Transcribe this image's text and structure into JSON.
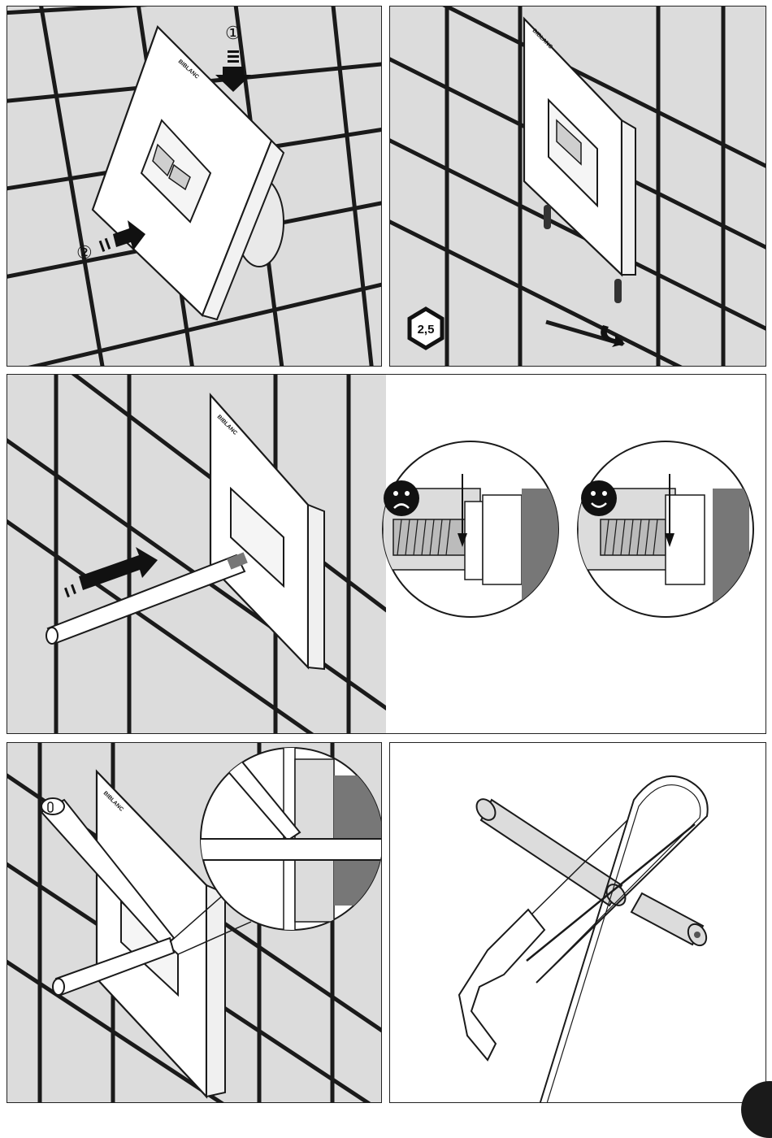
{
  "step1": {
    "marker_1": "①",
    "marker_2": "②",
    "brand": "BIBLANC"
  },
  "step2": {
    "hex_key_size": "2,5",
    "brand": "BIBLANC"
  },
  "step3": {
    "brand": "BIBLANC",
    "wrong_face": "sad-face-icon",
    "right_face": "happy-face-icon"
  },
  "step4": {
    "brand": "BIBLANC"
  },
  "step5": {},
  "colors": {
    "wall": "#dcdcdc",
    "line": "#1a1a1a",
    "arrow": "#111111"
  }
}
